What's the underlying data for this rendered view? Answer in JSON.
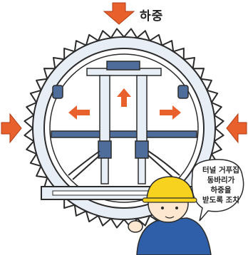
{
  "load_label": "하중",
  "speech_bubble": {
    "lines": [
      "터널 거푸집",
      "동바리가",
      "하중을",
      "받도록 조치"
    ]
  },
  "colors": {
    "arrow": "#e8612c",
    "steel_frame": "#e8eef6",
    "steel_dark": "#4f6d9a",
    "outline": "#2b2b2b",
    "helmet": "#f7d21e",
    "worker_shirt": "#2e5fa8"
  },
  "icons": [
    "down-arrow-icon",
    "left-arrow-icon",
    "right-arrow-icon",
    "up-arrow-icon",
    "chain-icon"
  ]
}
